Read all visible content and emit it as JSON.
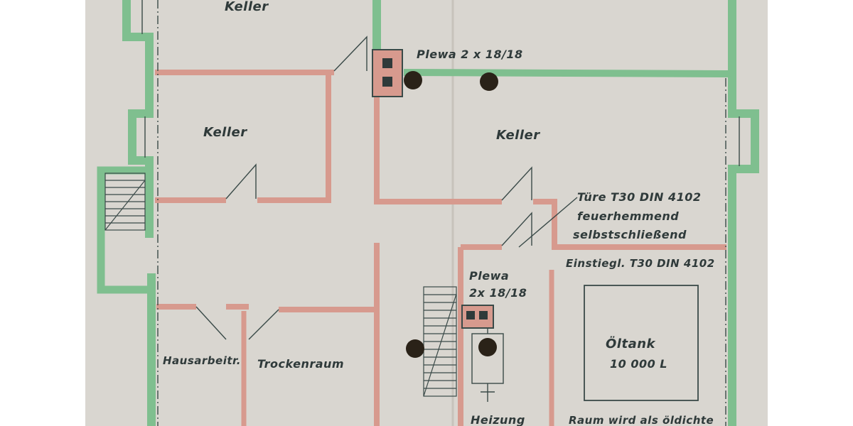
{
  "plan": {
    "colors": {
      "paper": "#d9d6d0",
      "interior_wall": "#d79a8e",
      "exterior_wall": "#7fbf8f",
      "line": "#3a4a48"
    },
    "labels": {
      "keller_top": "Keller",
      "plewa_top": "Plewa 2 x 18/18",
      "keller_left": "Keller",
      "keller_right": "Keller",
      "door_line1": "Türe T30 DIN 4102",
      "door_line2": "feuerhemmend",
      "door_line3": "selbstschließend",
      "einstieg": "Einstiegl. T30 DIN 4102",
      "plewa_mid_1": "Plewa",
      "plewa_mid_2": "2x 18/18",
      "hausarbeit": "Hausarbeitr.",
      "trockenraum": "Trockenraum",
      "oeltank_1": "Öltank",
      "oeltank_2": "10 000 L",
      "heizung": "Heizung",
      "raum": "Raum wird als öldichte"
    }
  }
}
